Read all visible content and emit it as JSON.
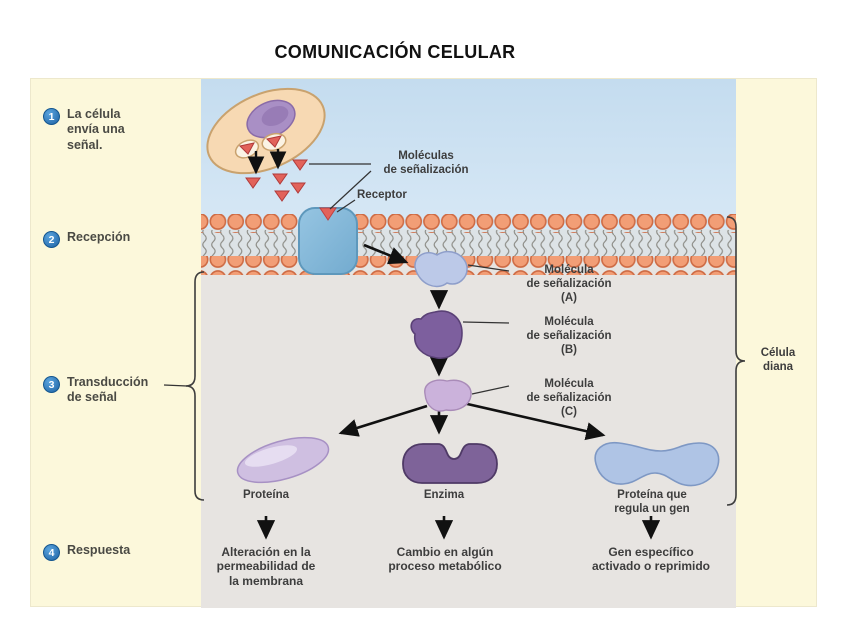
{
  "title": "COMUNICACIÓN CELULAR",
  "steps": [
    {
      "num": "1",
      "label": "La célula\nenvía una\nseñal."
    },
    {
      "num": "2",
      "label": "Recepción"
    },
    {
      "num": "3",
      "label": "Transducción\nde señal"
    },
    {
      "num": "4",
      "label": "Respuesta"
    }
  ],
  "labels": {
    "signal_molecules": "Moléculas\nde señalización",
    "receptor": "Receptor",
    "molecule_a": "Molécula\nde señalización\n(A)",
    "molecule_b": "Molécula\nde señalización\n(B)",
    "molecule_c": "Molécula\nde señalización\n(C)",
    "target_cell": "Célula\ndiana",
    "protein": "Proteína",
    "enzyme": "Enzima",
    "gene_regulator_protein": "Proteína que\nregula un gen"
  },
  "responses": [
    {
      "text": "Alteración en la\npermeabilidad de\nla membrana"
    },
    {
      "text": "Cambio en algún\nproceso metabólico"
    },
    {
      "text": "Gen específico\nactivado o reprimido"
    }
  ],
  "colors": {
    "step_badge_blue": "#2B79C2",
    "membrane_salmon": "#F29E76",
    "receptor_blue": "#8BBFDC",
    "signal_molecule_red": "#E2625A",
    "panel_cream": "#FCF8DB",
    "extracellular_blue": "#C8E0F2",
    "cytoplasm_gray": "#E7E4E1",
    "molecule_b_purple": "#7D5F9E",
    "enzyme_purple": "#7E6399",
    "gene_protein_blue": "#AFC4E5"
  }
}
